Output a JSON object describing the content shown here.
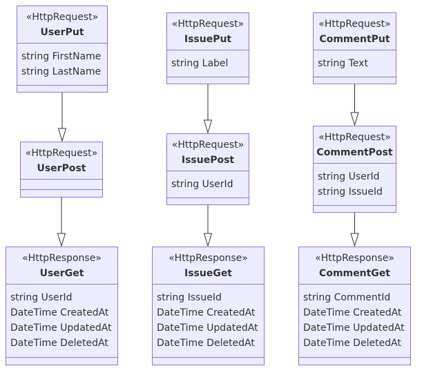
{
  "classes": [
    {
      "id": "UserPut",
      "stereotype": "«HttpRequest»",
      "name": "UserPut",
      "attributes": [
        "string FirstName",
        "string LastName"
      ]
    },
    {
      "id": "UserPost",
      "stereotype": "«HttpRequest»",
      "name": "UserPost",
      "attributes": []
    },
    {
      "id": "UserGet",
      "stereotype": "«HttpResponse»",
      "name": "UserGet",
      "attributes": [
        "string UserId",
        "DateTime CreatedAt",
        "DateTime UpdatedAt",
        "DateTime DeletedAt"
      ]
    },
    {
      "id": "IssuePut",
      "stereotype": "«HttpRequest»",
      "name": "IssuePut",
      "attributes": [
        "string Label"
      ]
    },
    {
      "id": "IssuePost",
      "stereotype": "«HttpRequest»",
      "name": "IssuePost",
      "attributes": [
        "string UserId"
      ]
    },
    {
      "id": "IssueGet",
      "stereotype": "«HttpResponse»",
      "name": "IssueGet",
      "attributes": [
        "string IssueId",
        "DateTime CreatedAt",
        "DateTime UpdatedAt",
        "DateTime DeletedAt"
      ]
    },
    {
      "id": "CommentPut",
      "stereotype": "«HttpRequest»",
      "name": "CommentPut",
      "attributes": [
        "string Text"
      ]
    },
    {
      "id": "CommentPost",
      "stereotype": "«HttpRequest»",
      "name": "CommentPost",
      "attributes": [
        "string UserId",
        "string IssueId"
      ]
    },
    {
      "id": "CommentGet",
      "stereotype": "«HttpResponse»",
      "name": "CommentGet",
      "attributes": [
        "string CommentId",
        "DateTime CreatedAt",
        "DateTime UpdatedAt",
        "DateTime DeletedAt"
      ]
    }
  ],
  "relations": [
    {
      "from": "UserPut",
      "to": "UserPost",
      "type": "inheritance"
    },
    {
      "from": "UserPost",
      "to": "UserGet",
      "type": "inheritance"
    },
    {
      "from": "IssuePut",
      "to": "IssuePost",
      "type": "inheritance"
    },
    {
      "from": "IssuePost",
      "to": "IssueGet",
      "type": "inheritance"
    },
    {
      "from": "CommentPut",
      "to": "CommentPost",
      "type": "inheritance"
    },
    {
      "from": "CommentPost",
      "to": "CommentGet",
      "type": "inheritance"
    }
  ],
  "colors": {
    "fill": "#ececff",
    "border": "#9370db",
    "text": "#333333",
    "line": "#333333"
  }
}
